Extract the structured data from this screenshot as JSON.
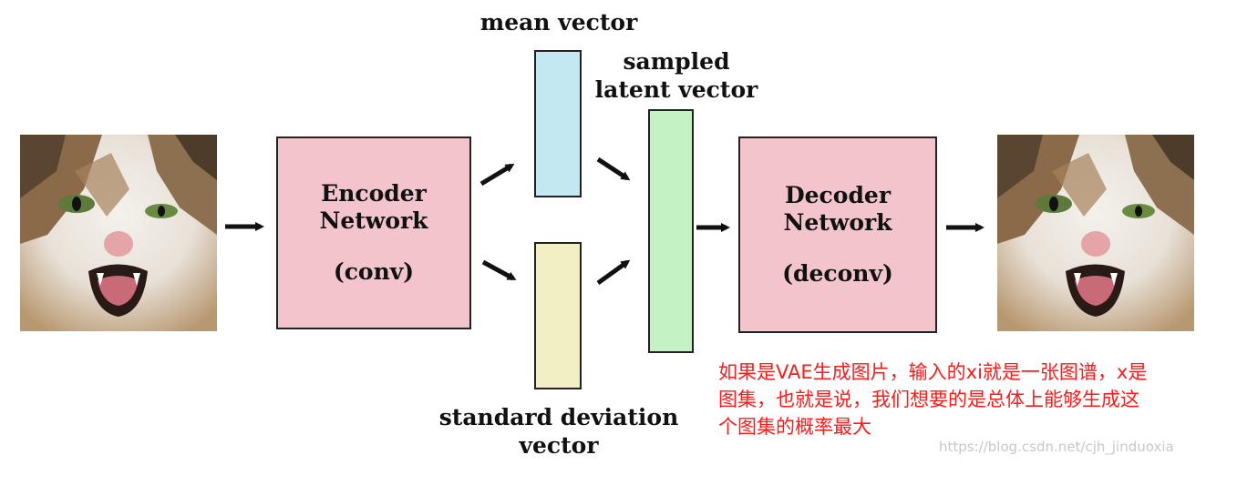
{
  "labels": {
    "mean_vector": "mean vector",
    "sampled_latent_line1": "sampled",
    "sampled_latent_line2": "latent vector",
    "std_dev_line1": "standard deviation",
    "std_dev_line2": "vector"
  },
  "encoder": {
    "line1": "Encoder",
    "line2": "Network",
    "line3": "(conv)"
  },
  "decoder": {
    "line1": "Decoder",
    "line2": "Network",
    "line3": "(deconv)"
  },
  "annotation": {
    "line1": "如果是VAE生成图片，输入的xi就是一张图谱，x是",
    "line2": "图集，也就是说，我们想要的是总体上能够生成这",
    "line3": "个图集的概率最大"
  },
  "watermark": "https://blog.csdn.net/cjh_jinduoxia",
  "colors": {
    "network": "#f3c4cb",
    "mean": "#c4e8f2",
    "std": "#f2efc4",
    "latent": "#c4f2c4",
    "annotation": "#ff1a1a"
  },
  "images": {
    "input": "cat-photo",
    "output": "reconstructed-cat-photo"
  }
}
